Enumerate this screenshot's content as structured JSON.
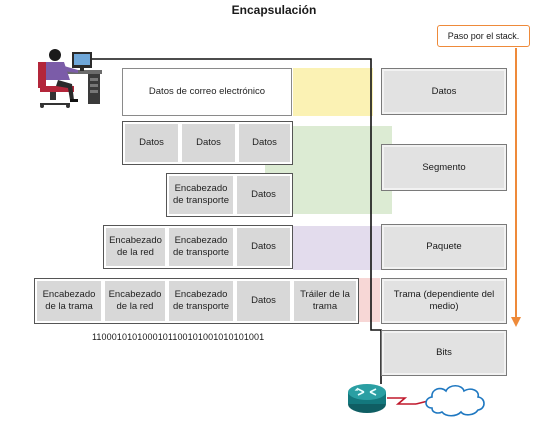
{
  "title": "Encapsulación",
  "callout": "Paso por el stack.",
  "rows": {
    "email": "Datos de correo electrónico",
    "segment_data": [
      "Datos",
      "Datos",
      "Datos"
    ],
    "transport_header": "Encabezado de transporte",
    "network_header": "Encabezado de la red",
    "frame_header": "Encabezado de la trama",
    "frame_trailer": "Tráiler de la trama",
    "data": "Datos"
  },
  "layers": [
    "Datos",
    "Segmento",
    "Paquete",
    "Trama (dependiente del medio)",
    "Bits"
  ],
  "bitstream": "1100010101000101100101001010101001",
  "colors": {
    "application": "#fbf2b4",
    "transport": "#dcebd3",
    "network": "#e3dced",
    "datalink": "#f7d7d6",
    "arrow": "#ee8a3a"
  },
  "icons": [
    "user-at-computer-icon",
    "router-icon",
    "cloud-icon"
  ]
}
